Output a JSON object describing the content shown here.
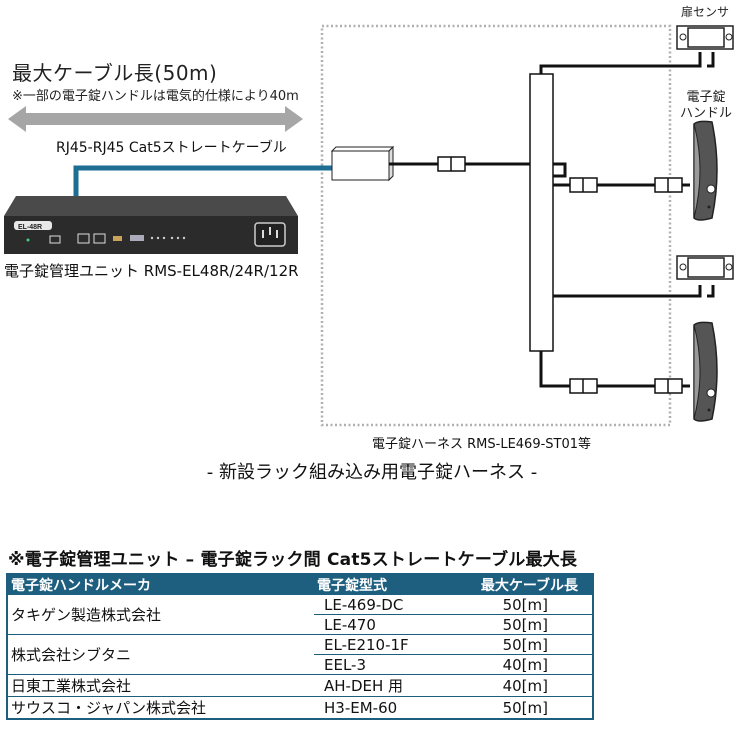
{
  "diagram": {
    "max_cable_length_title": "最大ケーブル長(50m)",
    "max_cable_length_note": "※一部の電子錠ハンドルは電気的仕様により40m",
    "cable_label": "RJ45-RJ45 Cat5ストレートケーブル",
    "unit_label": "電子錠管理ユニット RMS-EL48R/24R/12R",
    "unit_model_badge": "EL-48R",
    "harness_label": "電子錠ハーネス RMS-LE469-ST01等",
    "door_sensor_label": "扉センサ",
    "handle_label_line1": "電子錠",
    "handle_label_line2": "ハンドル",
    "caption": "- 新設ラック組み込み用電子錠ハーネス -",
    "colors": {
      "cable_blue": "#1e6d93",
      "arrow_gray": "#a6a6a6",
      "unit_body": "#2b2b2b",
      "handle_dark": "#555555"
    }
  },
  "table": {
    "title": "※電子錠管理ユニット – 電子錠ラック間 Cat5ストレートケーブル最大長",
    "header_color": "#1e5f80",
    "headers": {
      "maker": "電子錠ハンドルメーカ",
      "model": "電子錠型式",
      "max_length": "最大ケーブル長"
    },
    "rows": [
      {
        "maker": "タキゲン製造株式会社",
        "models": [
          {
            "model": "LE-469-DC",
            "length": "50[m]"
          },
          {
            "model": "LE-470",
            "length": "50[m]"
          }
        ]
      },
      {
        "maker": "株式会社シブタニ",
        "models": [
          {
            "model": "EL-E210-1F",
            "length": "50[m]"
          },
          {
            "model": "EEL-3",
            "length": "40[m]"
          }
        ]
      },
      {
        "maker": "日東工業株式会社",
        "models": [
          {
            "model": "AH-DEH 用",
            "length": "40[m]"
          }
        ]
      },
      {
        "maker": "サウスコ・ジャパン株式会社",
        "models": [
          {
            "model": "H3-EM-60",
            "length": "50[m]"
          }
        ]
      }
    ]
  }
}
